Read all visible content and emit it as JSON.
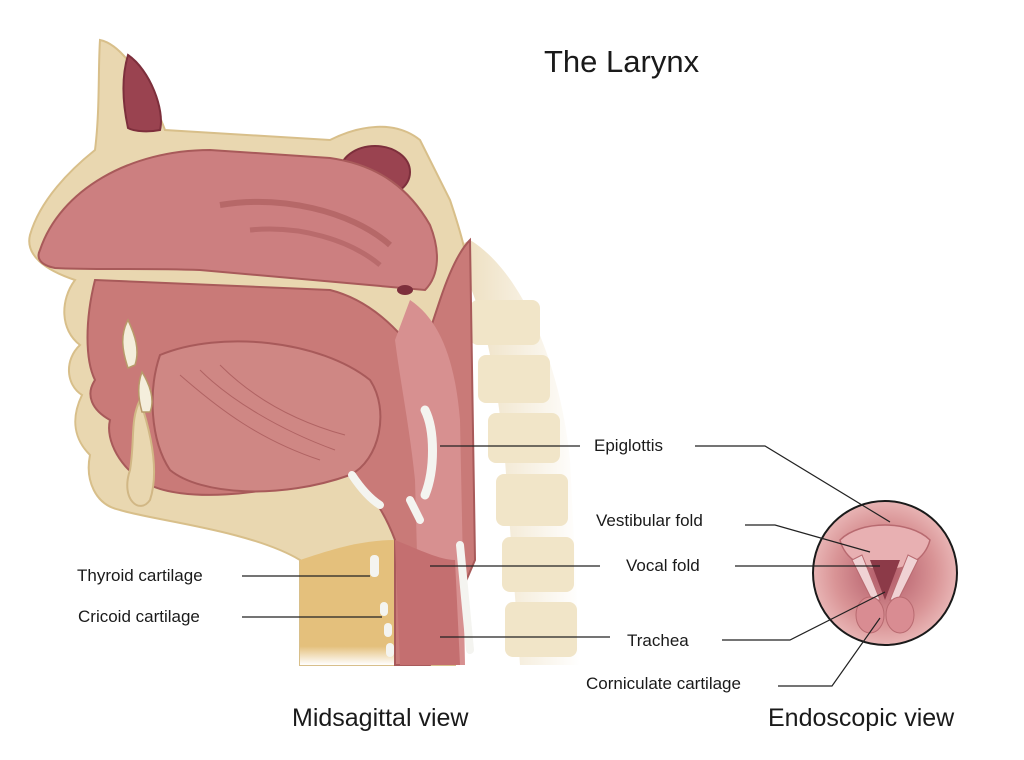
{
  "title": "The Larynx",
  "captions": {
    "midsagittal": "Midsagittal view",
    "endoscopic": "Endoscopic view"
  },
  "labels": {
    "epiglottis": "Epiglottis",
    "vestibular_fold": "Vestibular fold",
    "vocal_fold": "Vocal fold",
    "trachea": "Trachea",
    "corniculate_cartilage": "Corniculate cartilage",
    "thyroid_cartilage": "Thyroid cartilage",
    "cricoid_cartilage": "Cricoid cartilage"
  },
  "colors": {
    "tissue": "#c97a78",
    "tissue_light": "#dca09c",
    "tissue_dark": "#a85a5a",
    "bone": "#e9d7b0",
    "skin": "#e4c07c",
    "cavity": "#8a3540",
    "cartilage": "#f4f4f0",
    "leader": "#222222"
  }
}
